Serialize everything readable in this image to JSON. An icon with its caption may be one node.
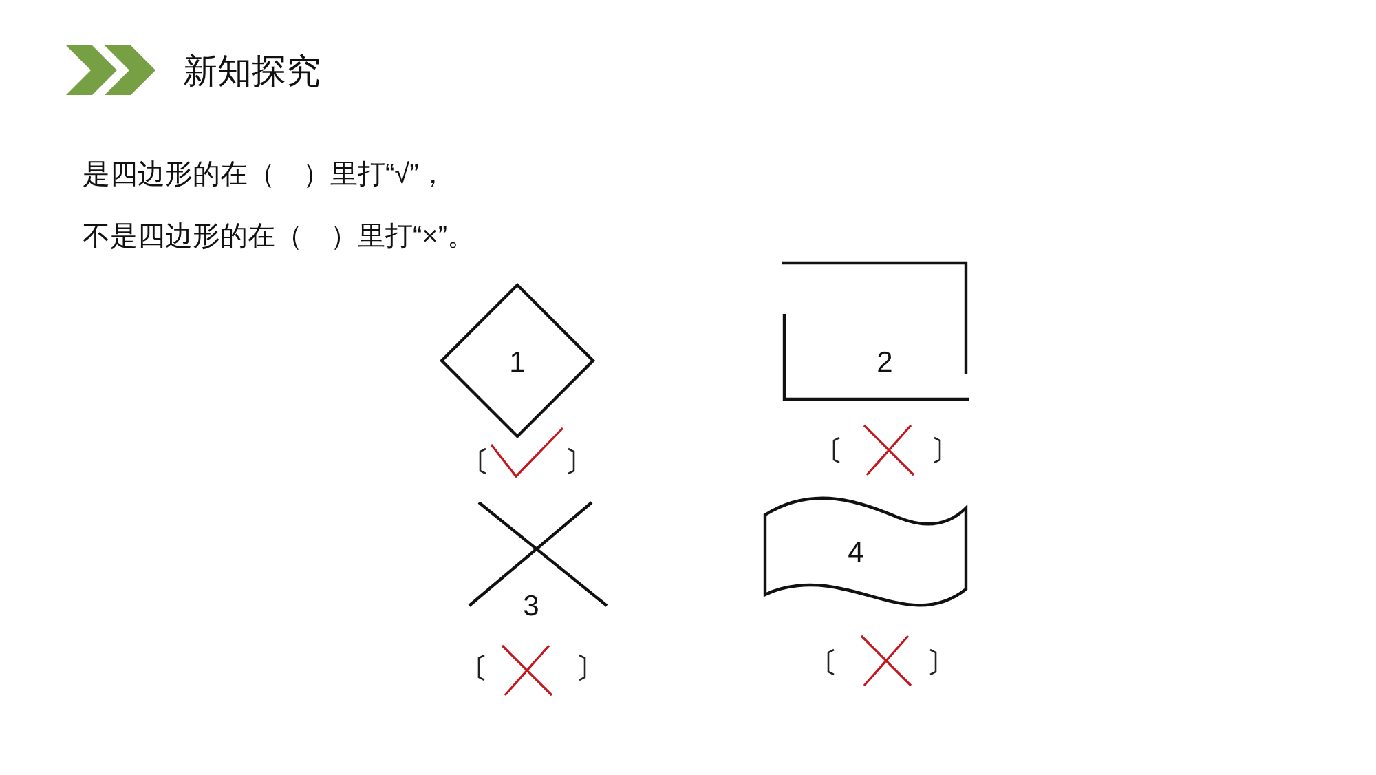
{
  "diagram": {
    "title": "新知探究",
    "nodes": [
      {
        "text": [
          "1"
        ]
      },
      {
        "text": [
          "2"
        ]
      },
      {
        "text": [
          "3"
        ]
      },
      {
        "text": [
          "4"
        ]
      }
    ],
    "labels": [
      "是四边形的在（　）里打“√”，",
      "不是四边形的在（　）里打“×”。"
    ]
  }
}
